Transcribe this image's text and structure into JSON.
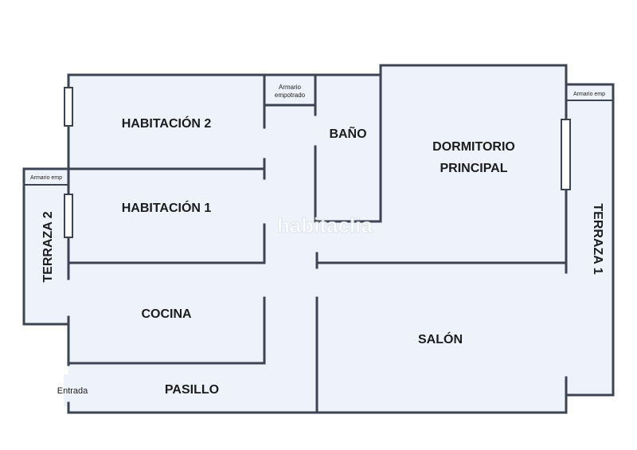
{
  "colors": {
    "floor": "#eef2fb",
    "wall": "#3c4352",
    "window_fill": "#ffffff"
  },
  "rooms": {
    "habitacion_2": "HABITACIÓN 2",
    "habitacion_1": "HABITACIÓN 1",
    "bano": "BAÑO",
    "dormitorio_line1": "DORMITORIO",
    "dormitorio_line2": "PRINCIPAL",
    "cocina": "COCINA",
    "salon": "SALÓN",
    "pasillo": "PASILLO",
    "terraza_1": "TERRAZA 1",
    "terraza_2": "TERRAZA 2"
  },
  "labels": {
    "armario_empotrado_line1": "Armario",
    "armario_empotrado_line2": "empotrado",
    "armario_emp_right": "Armario emp",
    "armario_emp_left": "Armario emp",
    "entrada": "Entrada"
  },
  "watermark": "habitaclia"
}
